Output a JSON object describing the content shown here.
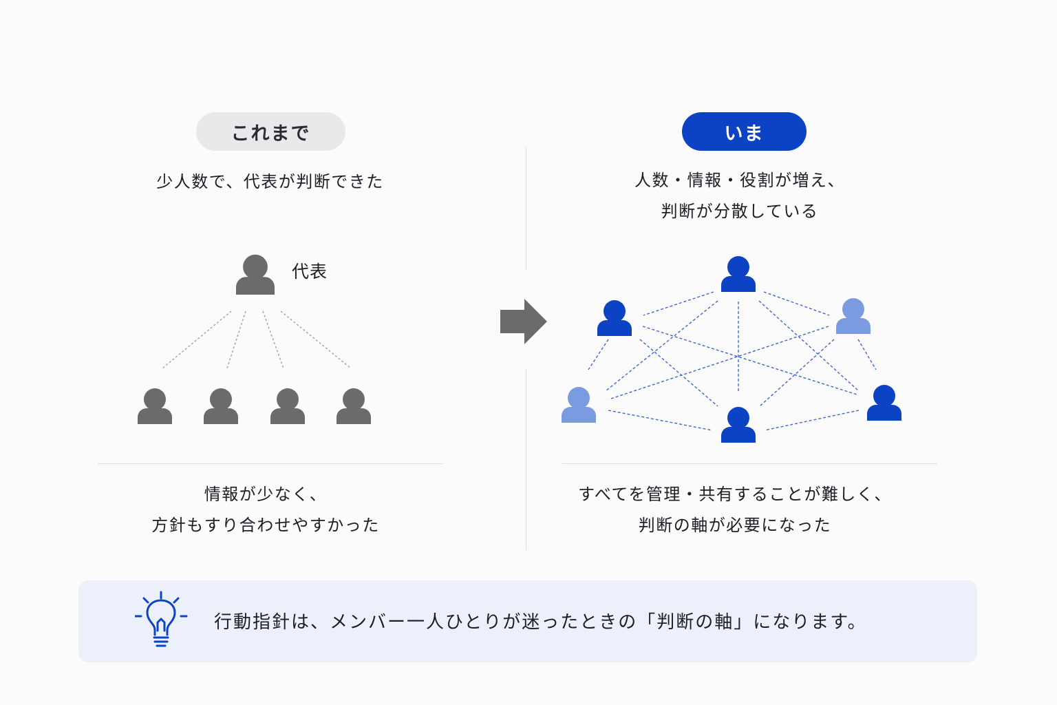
{
  "before": {
    "badge": "これまで",
    "heading": "少人数で、代表が判断できた",
    "rep_label": "代表",
    "description_lines": [
      "情報が少なく、",
      "方針もすり合わせやすかった"
    ]
  },
  "after": {
    "badge": "いま",
    "heading_lines": [
      "人数・情報・役割が増え、",
      "判断が分散している"
    ],
    "description_lines": [
      "すべてを管理・共有することが難しく、",
      "判断の軸が必要になった"
    ]
  },
  "banner": {
    "text": "行動指針は、メンバー一人ひとりが迷ったときの「判断の軸」になります。",
    "icon": "lightbulb-icon"
  },
  "colors": {
    "person_gray": "#6b6b6e",
    "person_blue": "#0b43c4",
    "person_blue_light": "#7b9be0",
    "badge_before_bg": "#e8e9eb",
    "badge_after_bg": "#0b43c4",
    "arrow": "#6b6b6e",
    "banner_bg": "#ebf0fb",
    "icon": "#0b43c4"
  }
}
